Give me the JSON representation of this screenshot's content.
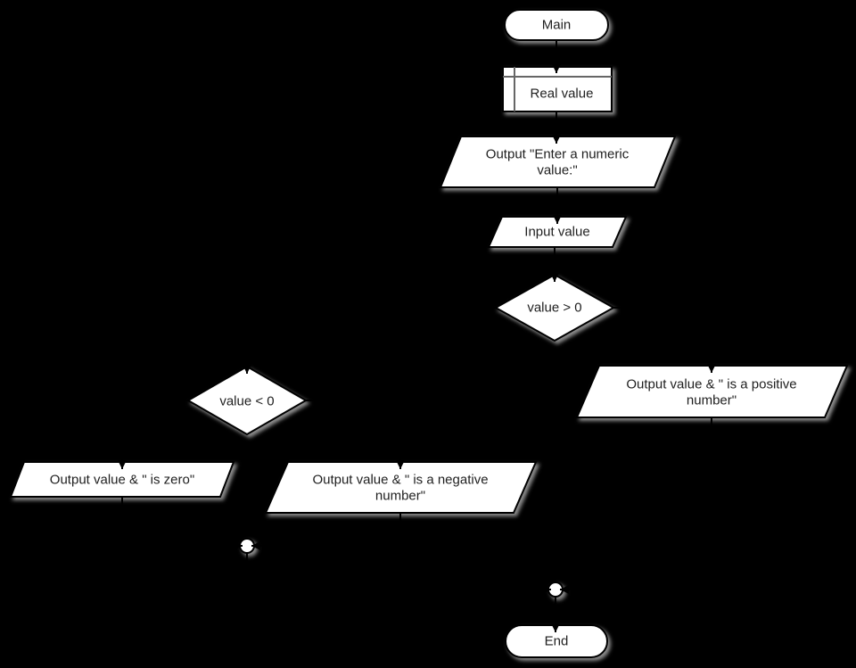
{
  "diagram": {
    "title": "numeric value sign flowchart",
    "colors": {
      "background": "#000000",
      "node_fill": "#ffffff",
      "node_border": "#000000",
      "shadow": "#999999",
      "divider_line": "#666666",
      "text": "#1f1f1f",
      "edge": "#000000"
    },
    "nodes": {
      "main": {
        "type": "terminal",
        "label": "Main"
      },
      "declare": {
        "type": "declare",
        "label": "Real value"
      },
      "output_prompt": {
        "type": "output-parallelogram",
        "line1": "Output \"Enter a numeric",
        "line2": "value:\""
      },
      "input_value": {
        "type": "input-parallelogram",
        "label": "Input value"
      },
      "decision_positive": {
        "type": "decision",
        "label": "value > 0"
      },
      "output_positive": {
        "type": "output-parallelogram",
        "line1": "Output value & \" is a positive",
        "line2": "number\""
      },
      "decision_negative": {
        "type": "decision",
        "label": "value < 0"
      },
      "output_zero": {
        "type": "output-parallelogram",
        "label": "Output value & \" is zero\""
      },
      "output_negative": {
        "type": "output-parallelogram",
        "line1": "Output value & \" is a negative",
        "line2": "number\""
      },
      "merge_inner": {
        "type": "connector-circle",
        "label": ""
      },
      "merge_outer": {
        "type": "connector-circle",
        "label": ""
      },
      "end": {
        "type": "terminal",
        "label": "End"
      }
    },
    "edges": [
      {
        "from": "main",
        "to": "declare"
      },
      {
        "from": "declare",
        "to": "output_prompt"
      },
      {
        "from": "output_prompt",
        "to": "input_value"
      },
      {
        "from": "input_value",
        "to": "decision_positive"
      },
      {
        "from": "decision_positive",
        "to": "output_positive"
      },
      {
        "from": "decision_positive",
        "to": "decision_negative"
      },
      {
        "from": "decision_negative",
        "to": "output_zero"
      },
      {
        "from": "decision_negative",
        "to": "output_negative"
      },
      {
        "from": "output_zero",
        "to": "merge_inner"
      },
      {
        "from": "output_negative",
        "to": "merge_inner"
      },
      {
        "from": "merge_inner",
        "to": "merge_outer"
      },
      {
        "from": "output_positive",
        "to": "merge_outer"
      },
      {
        "from": "merge_outer",
        "to": "end"
      }
    ]
  }
}
